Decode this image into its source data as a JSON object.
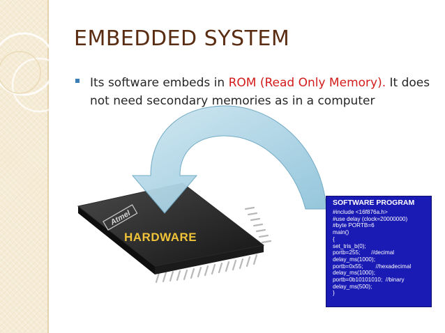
{
  "slide": {
    "title": "EMBEDDED SYSTEM",
    "bullet": {
      "text_before": "Its software embeds in ",
      "highlight": "ROM (Read Only Memory).",
      "text_after": " It does not need secondary memories as in a computer"
    }
  },
  "chip": {
    "brand": "Atmel",
    "label": "HARDWARE"
  },
  "software_panel": {
    "title": "SOFTWARE PROGRAM",
    "lines": [
      "#include <16f876a.h>",
      "#use delay (clock=20000000)",
      "#byte PORTB=6",
      "main()",
      "{",
      "set_tris_b(0);",
      "portb=255;       //decimal",
      "delay_ms(1000);",
      "portb=0x55;        //hexadecimal",
      "delay_ms(1000);",
      "portb=0b10101010;  //binary",
      "delay_ms(500);",
      "}"
    ]
  },
  "colors": {
    "title": "#5a2c11",
    "highlight": "#d41b1b",
    "bullet": "#3b7fb6",
    "arrow": "#a9d3e6",
    "panel": "#1a1ab4",
    "chip_label": "#f0c338"
  },
  "icons": {
    "arrow": "curved-arrow",
    "chip": "microcontroller-chip"
  }
}
